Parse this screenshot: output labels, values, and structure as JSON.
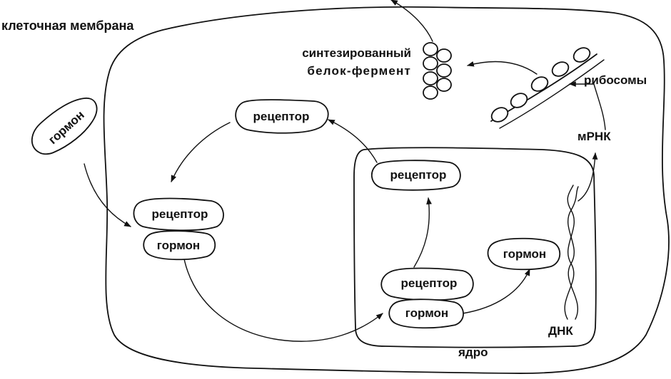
{
  "labels": {
    "cell_membrane": "клеточная мембрана",
    "synthesized_protein_line1": "синтезированный",
    "synthesized_protein_line2": "белок-фермент",
    "ribosomes": "рибосомы",
    "mrna": "мРНК",
    "dna": "ДНК",
    "nucleus": "ядро"
  },
  "nodes": {
    "hormone_outside": "гормон",
    "receptor_top": "рецептор",
    "receptor_left": "рецептор",
    "hormone_left": "гормон",
    "receptor_nucleus_top": "рецептор",
    "receptor_nucleus_bottom": "рецептор",
    "hormone_nucleus_bottom": "гормон",
    "hormone_nucleus_right": "гормон"
  }
}
